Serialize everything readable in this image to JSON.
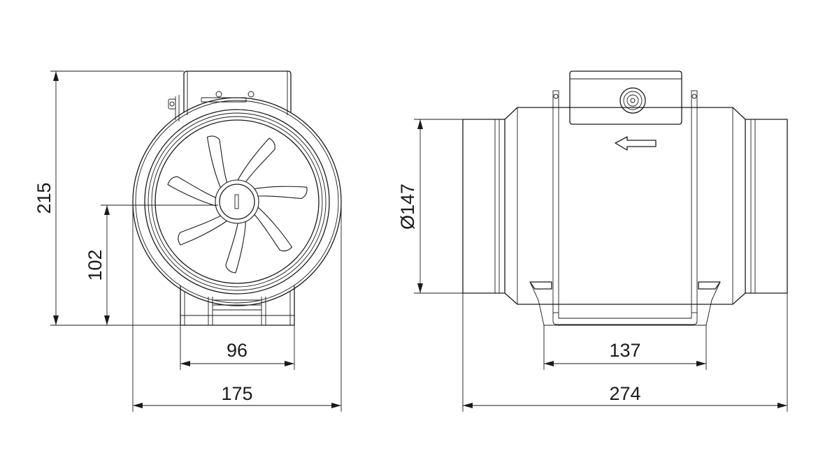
{
  "dimensions": {
    "height": "215",
    "axis_height": "102",
    "foot_width": "96",
    "width": "175",
    "diameter": "Ø147",
    "bracket_width": "137",
    "length": "274"
  }
}
